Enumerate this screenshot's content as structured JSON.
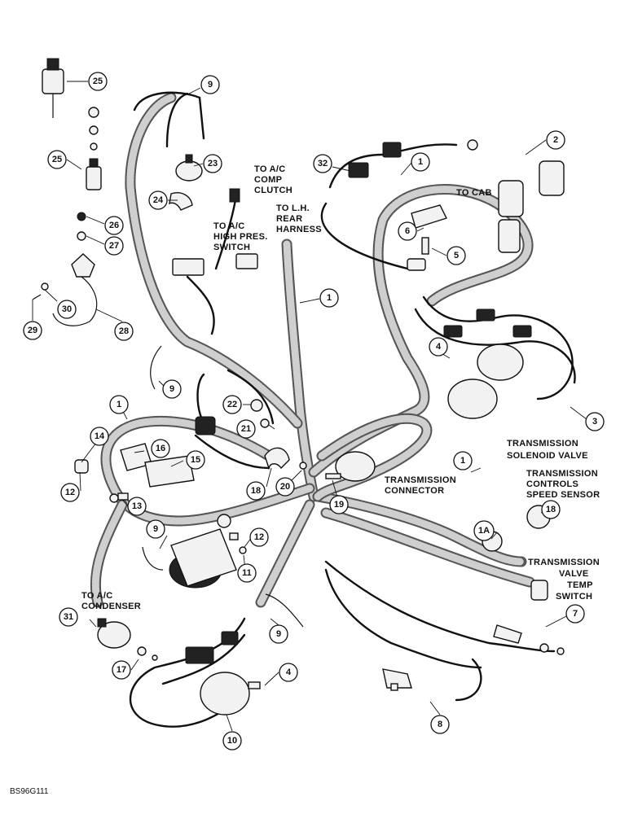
{
  "figure_code": "BS96G111",
  "labels": {
    "to_ac_comp_clutch": [
      "TO A/C",
      "COMP",
      "CLUTCH"
    ],
    "to_ac_high_pres_switch": [
      "TO A/C",
      "HIGH PRES.",
      "SWITCH"
    ],
    "to_lh_rear_harness": [
      "TO L.H.",
      "REAR",
      "HARNESS"
    ],
    "to_cab": "TO CAB",
    "transmission_solenoid_valve": [
      "TRANSMISSION",
      "SOLENOID VALVE"
    ],
    "transmission_controls_speed_sensor": [
      "TRANSMISSION",
      "CONTROLS",
      "SPEED SENSOR"
    ],
    "transmission_valve_temp_switch": [
      "TRANSMISSION",
      "VALVE",
      "TEMP",
      "SWITCH"
    ],
    "transmission_connector": [
      "TRANSMISSION",
      "CONNECTOR"
    ],
    "to_ac_condenser": [
      "TO A/C",
      "CONDENSER"
    ]
  },
  "callouts": {
    "c25a": "25",
    "c9a": "9",
    "c23": "23",
    "c24": "24",
    "c25b": "25",
    "c26": "26",
    "c27": "27",
    "c30": "30",
    "c29": "29",
    "c28": "28",
    "c32": "32",
    "c1a": "1",
    "c2": "2",
    "c6": "6",
    "c5": "5",
    "c1b": "1",
    "c4a": "4",
    "c3": "3",
    "c9b": "9",
    "c22": "22",
    "c21": "21",
    "c1c": "1",
    "c14": "14",
    "c16": "16",
    "c15": "15",
    "c12a": "12",
    "c13": "13",
    "c18a": "18",
    "c20": "20",
    "c19": "19",
    "c1d": "1",
    "c1A": "1A",
    "c18b": "18",
    "c9c": "9",
    "c12b": "12",
    "c11": "11",
    "c9d": "9",
    "c7": "7",
    "c31": "31",
    "c17": "17",
    "c4b": "4",
    "c10": "10",
    "c8": "8"
  }
}
